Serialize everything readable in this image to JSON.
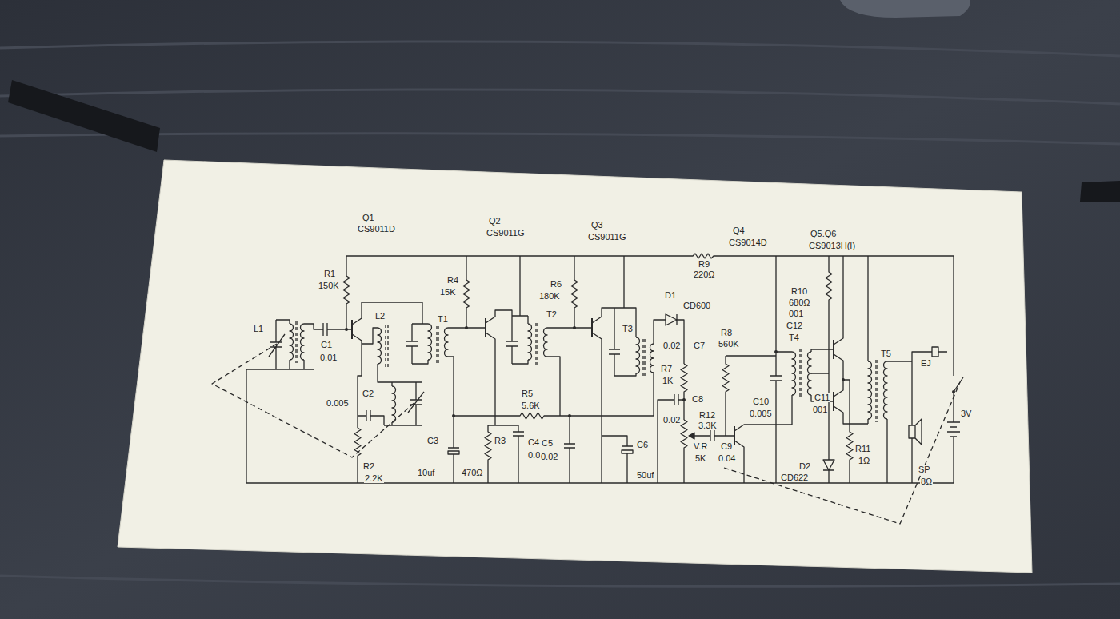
{
  "diagram": {
    "labels": [
      "Q1",
      "CS9011D",
      "Q2",
      "CS9011G",
      "Q3",
      "CS9011G",
      "Q4",
      "CS9014D",
      "Q5.Q6",
      "CS9013H(I)",
      "R9",
      "220Ω",
      "R1",
      "150K",
      "R4",
      "15K",
      "R6",
      "180K",
      "D1",
      "CD600",
      "R10",
      "680Ω",
      "001",
      "C12",
      "T4",
      "L1",
      "C1",
      "0.01",
      "L2",
      "T1",
      "T2",
      "T3",
      "0.02",
      "C7",
      "R8",
      "560K",
      "T5",
      "EJ",
      "0.005",
      "C2",
      "R5",
      "5.6K",
      "R7",
      "1K",
      "C8",
      "0.02",
      "R12",
      "3.3K",
      "C10",
      "0.005",
      "C11",
      "001",
      "C3",
      "10uf",
      "R3",
      "470Ω",
      "C4",
      "0.02",
      "C5",
      "0.02",
      "C6",
      "50uf",
      "V.R",
      "5K",
      "C9",
      "0.04",
      "R2",
      "2.2K",
      "D2",
      "CD622",
      "R11",
      "1Ω",
      "SP",
      "8Ω",
      "3V"
    ]
  }
}
